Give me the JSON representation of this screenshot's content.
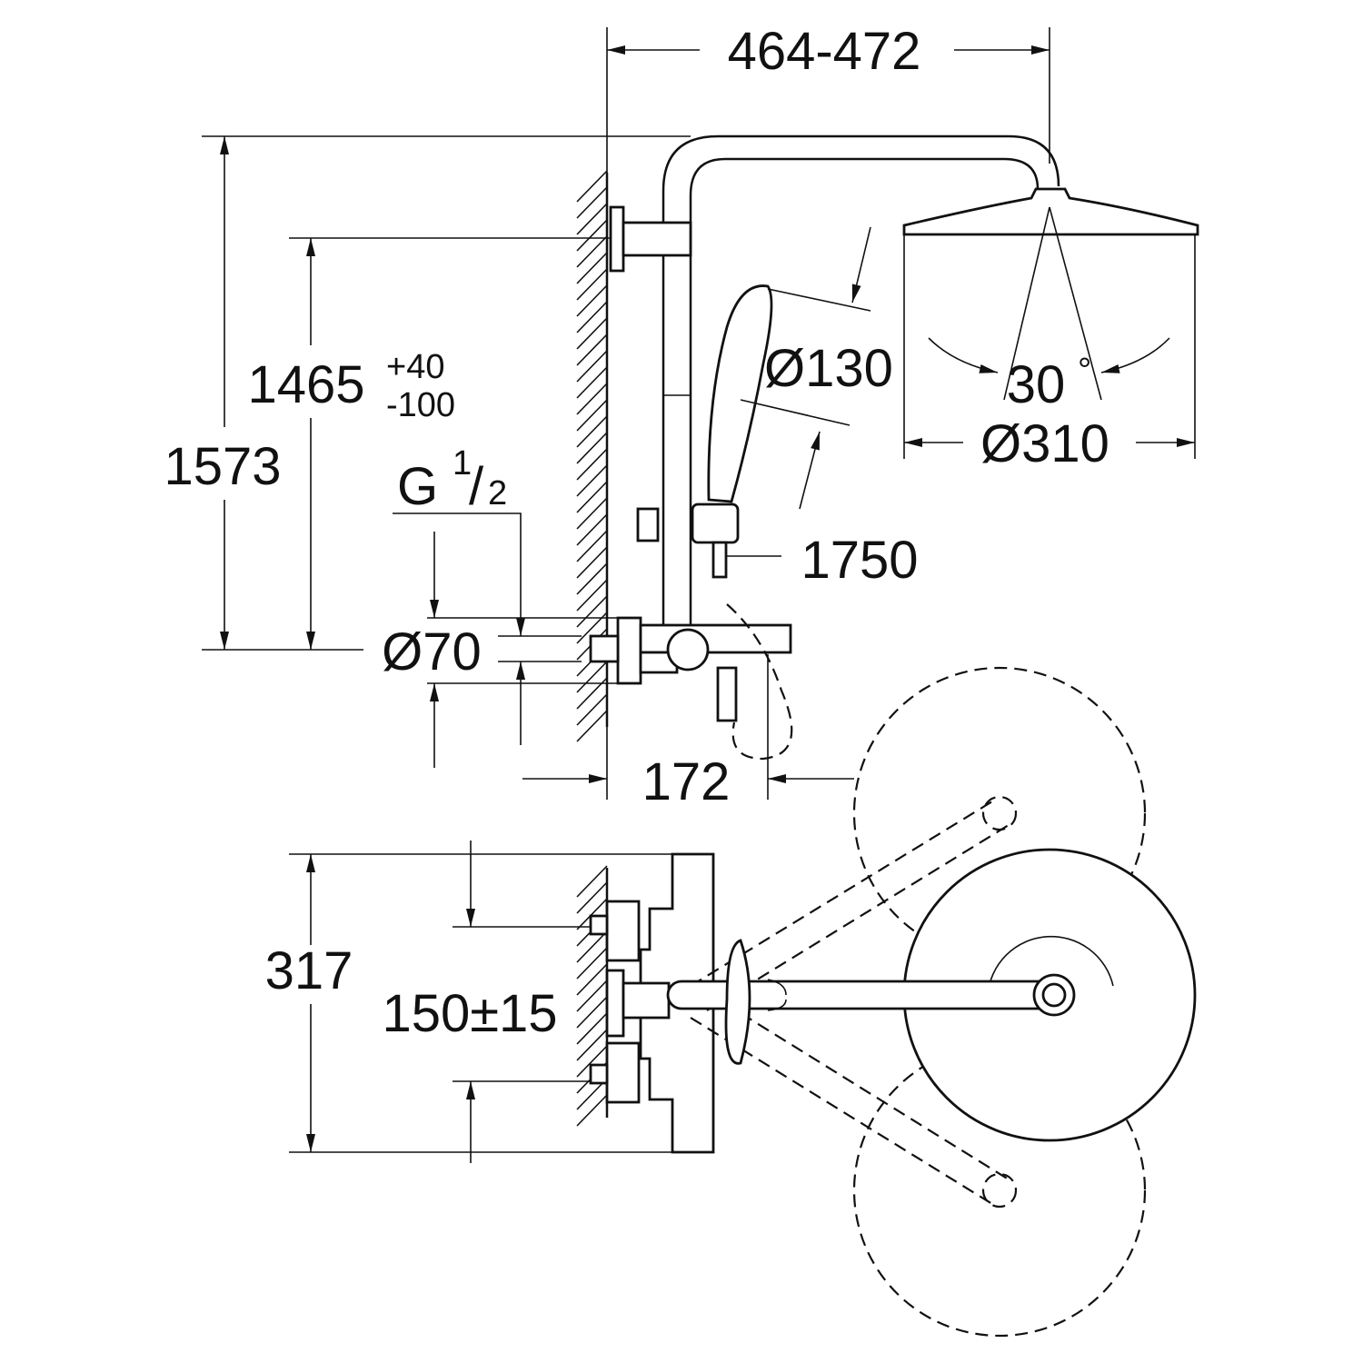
{
  "title": "Shower system dimension drawing",
  "dimensions": {
    "arm_projection": "464-472",
    "total_height": "1573",
    "mixer_height": "1465",
    "mixer_height_tol_plus": "+40",
    "mixer_height_tol_minus": "-100",
    "thread_prefix": "G",
    "thread_num": "1",
    "thread_slash": "/",
    "thread_den": "2",
    "hand_shower_diameter": "Ø130",
    "spray_angle": "30",
    "degree_sign": "°",
    "head_shower_diameter": "Ø310",
    "hose_length": "1750",
    "escutcheon_diameter": "Ø70",
    "mixer_projection": "172",
    "plan_width": "317",
    "inlet_spacing": "150±15"
  },
  "colors": {
    "line": "#111111",
    "background": "#ffffff"
  }
}
